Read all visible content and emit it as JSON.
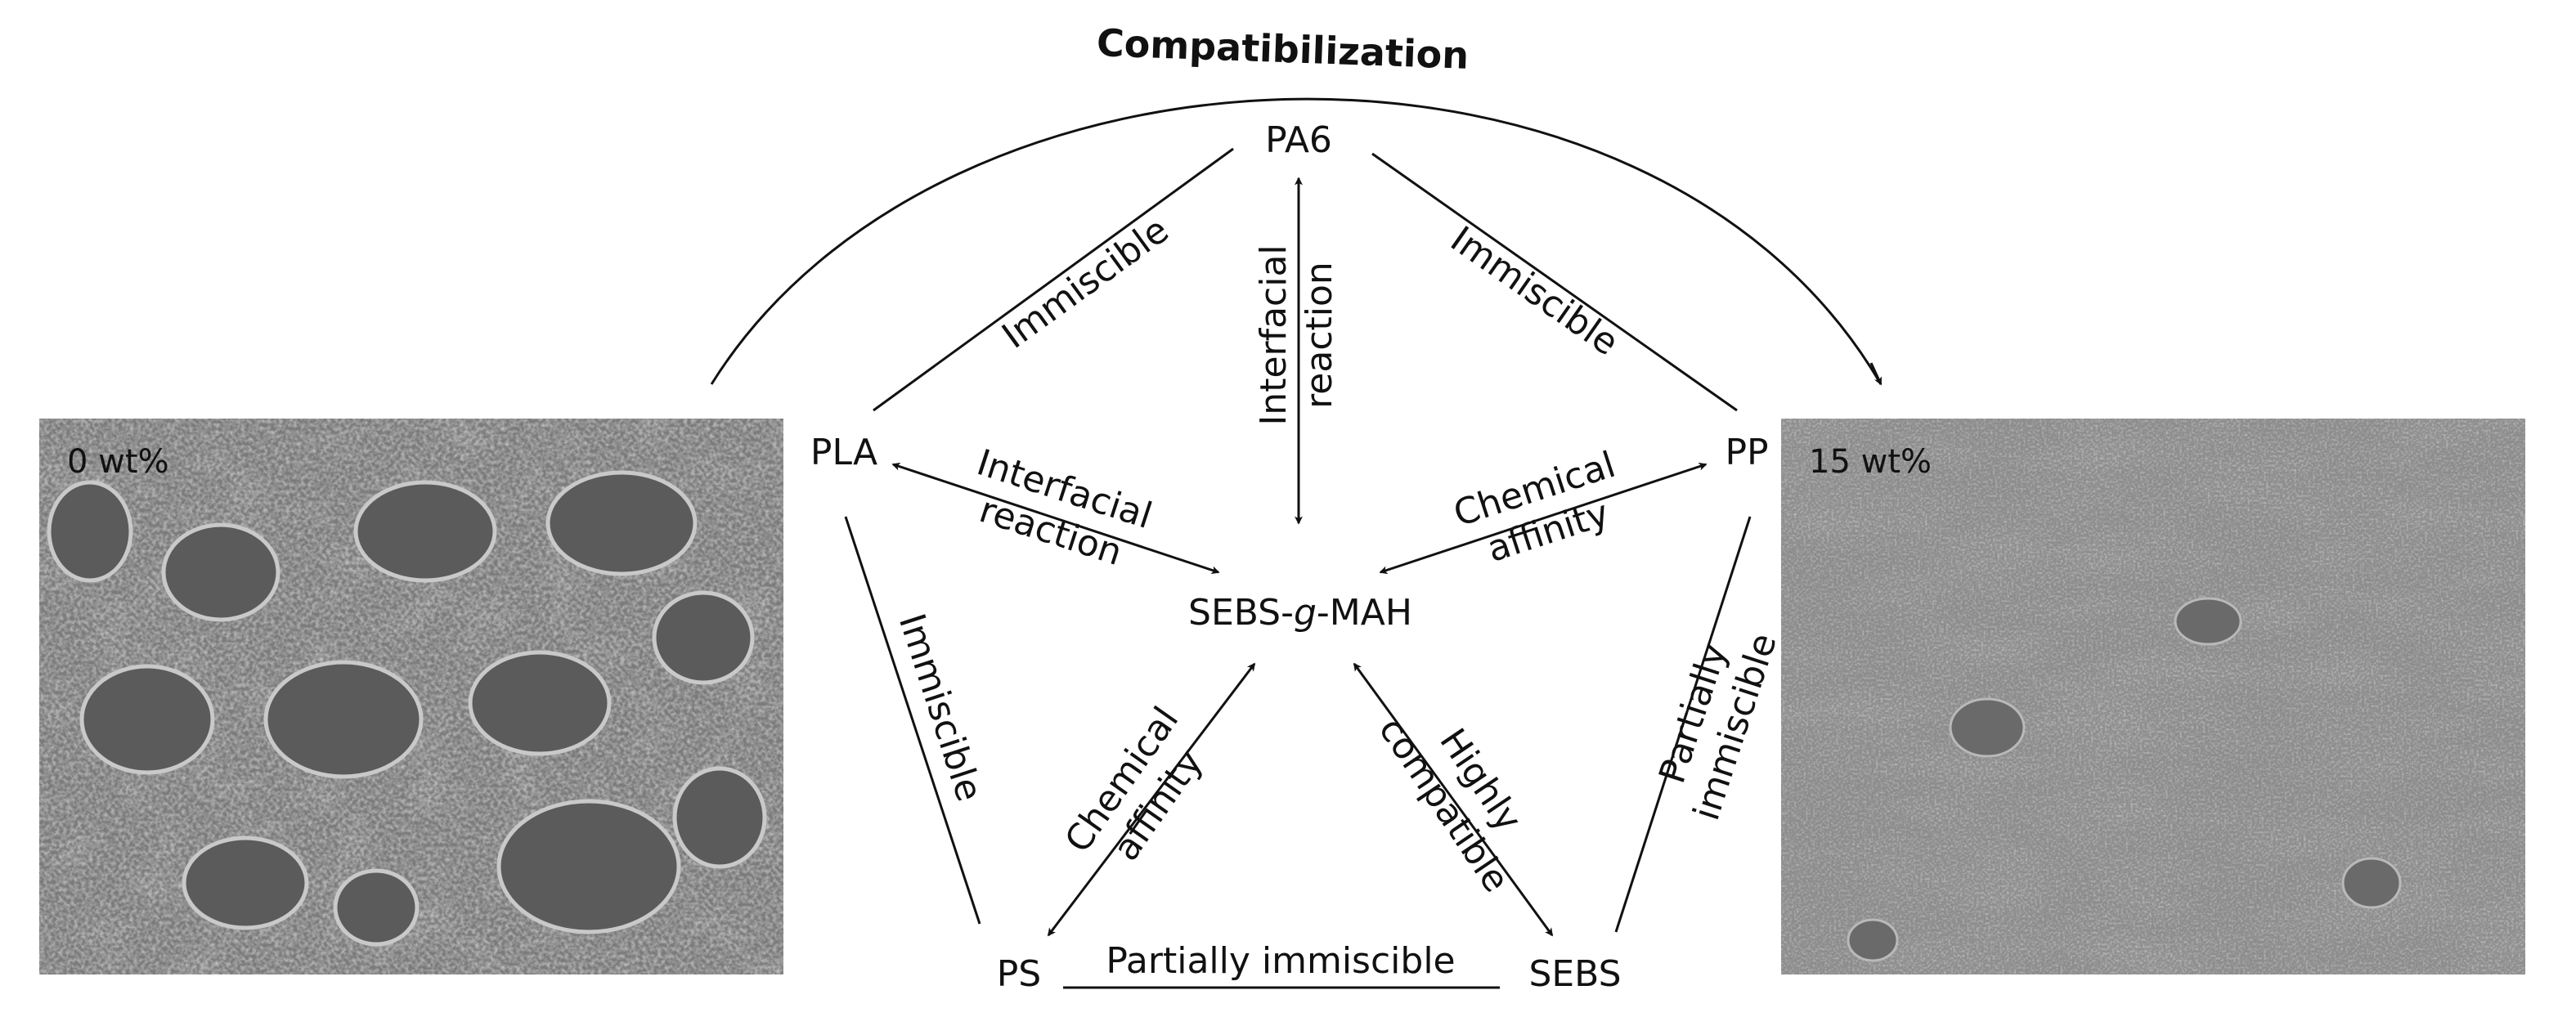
{
  "title": "Compatibilization",
  "panels": {
    "left": {
      "label": "0 wt%"
    },
    "right": {
      "label": "15 wt%"
    }
  },
  "nodes": {
    "pa6": "PA6",
    "pla": "PLA",
    "pp": "PP",
    "ps": "PS",
    "sebs": "SEBS",
    "center": {
      "prefix": "SEBS-",
      "italic": "g",
      "suffix": "-MAH"
    }
  },
  "edges": {
    "pla_pa6": "Immiscible",
    "pa6_pp": "Immiscible",
    "pla_ps": "Immiscible",
    "ps_sebs": "Partially immiscible",
    "sebs_pp": [
      "Partially",
      "immiscible"
    ],
    "pa6_center": [
      "Interfacial",
      "reaction"
    ],
    "pla_center": [
      "Interfacial",
      "reaction"
    ],
    "pp_center": [
      "Chemical",
      "affinity"
    ],
    "ps_center": [
      "Chemical",
      "affinity"
    ],
    "sebs_center": [
      "Highly",
      "compatible"
    ]
  }
}
